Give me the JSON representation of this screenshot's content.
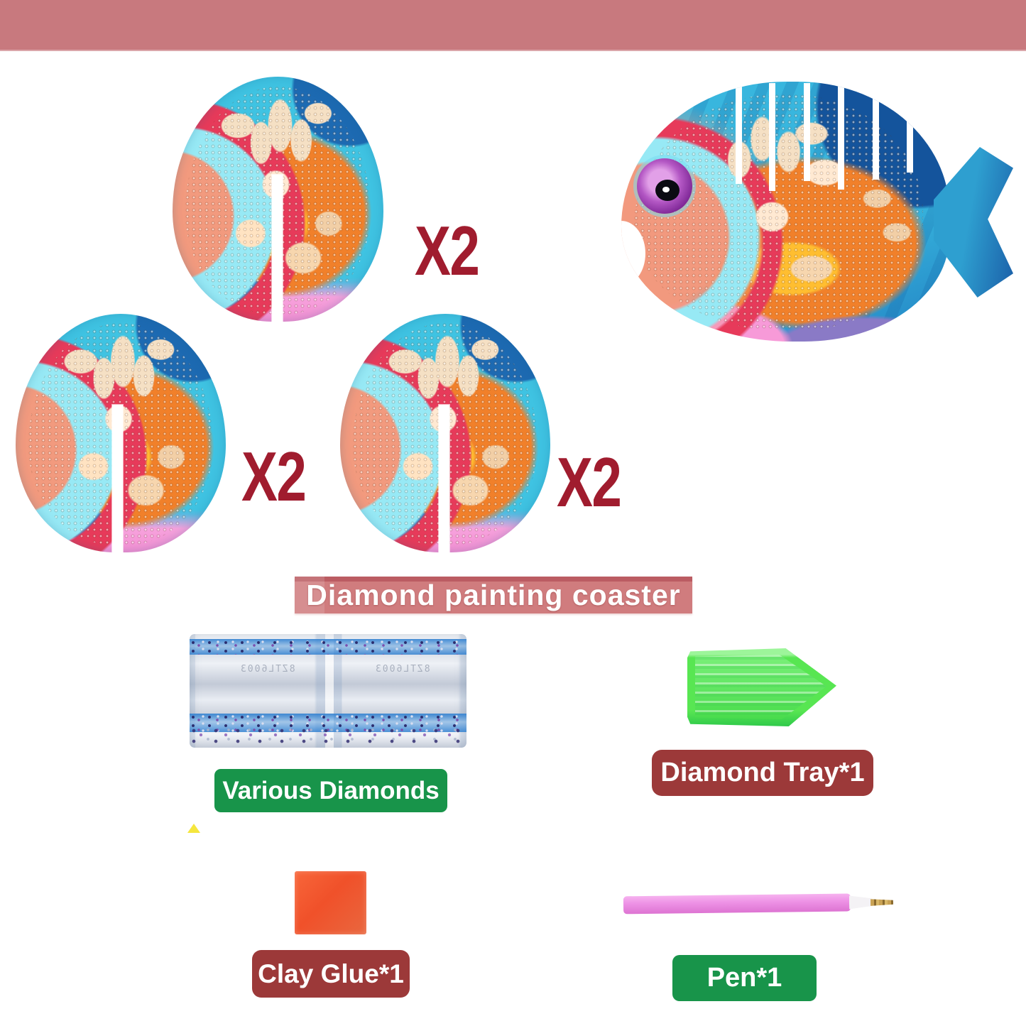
{
  "header": {
    "top_banner_color": "#c8797e"
  },
  "title_banner": {
    "text": "Diamond painting coaster",
    "background": "#d07c7e",
    "text_color": "#ffffff"
  },
  "coasters": {
    "description_labels": [
      {
        "text": "X2"
      },
      {
        "text": "X2"
      },
      {
        "text": "X2"
      }
    ],
    "label_color": "#a01c2e",
    "piece_count": 3,
    "holder": "fish-shaped coaster holder with 6 slots"
  },
  "kit_items": [
    {
      "id": "various-diamonds",
      "label": "Various Diamonds",
      "label_bg": "#18944a"
    },
    {
      "id": "diamond-tray",
      "label": "Diamond Tray*1",
      "label_bg": "#9c3939"
    },
    {
      "id": "clay-glue",
      "label": "Clay Glue*1",
      "label_bg": "#9c3939"
    },
    {
      "id": "pen",
      "label": "Pen*1",
      "label_bg": "#18944a"
    }
  ],
  "foil_pack": {
    "embossed_code": "8ZTL6003"
  },
  "palette": {
    "coaster_turquoise": "#3fc3e2",
    "coaster_orange": "#f1802a",
    "coaster_pink": "#f48fd2",
    "tray_green": "#58e652",
    "glue_orange": "#f0512a",
    "pen_pink": "#ee93e6",
    "eye_purple": "#7c2594"
  }
}
